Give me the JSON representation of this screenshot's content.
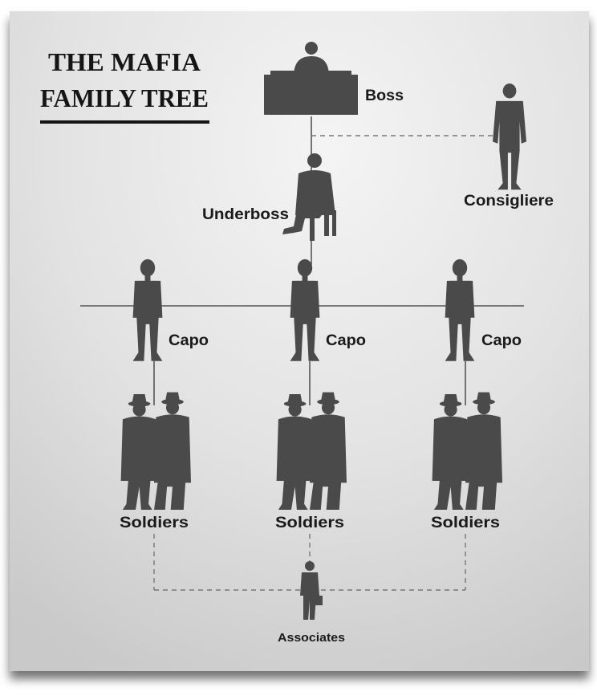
{
  "title": {
    "line1": "THE MAFIA",
    "line2": "FAMILY TREE"
  },
  "roles": {
    "boss": "Boss",
    "consigliere": "Consigliere",
    "underboss": "Underboss",
    "capo_left": "Capo",
    "capo_center": "Capo",
    "capo_right": "Capo",
    "soldiers_left": "Soldiers",
    "soldiers_center": "Soldiers",
    "soldiers_right": "Soldiers",
    "associates": "Associates"
  },
  "colors": {
    "silhouette": "#4a4a4a",
    "line": "#555555",
    "dashed_line": "#777777",
    "paper": "#e6e6e6",
    "text": "#1a1a1a"
  }
}
